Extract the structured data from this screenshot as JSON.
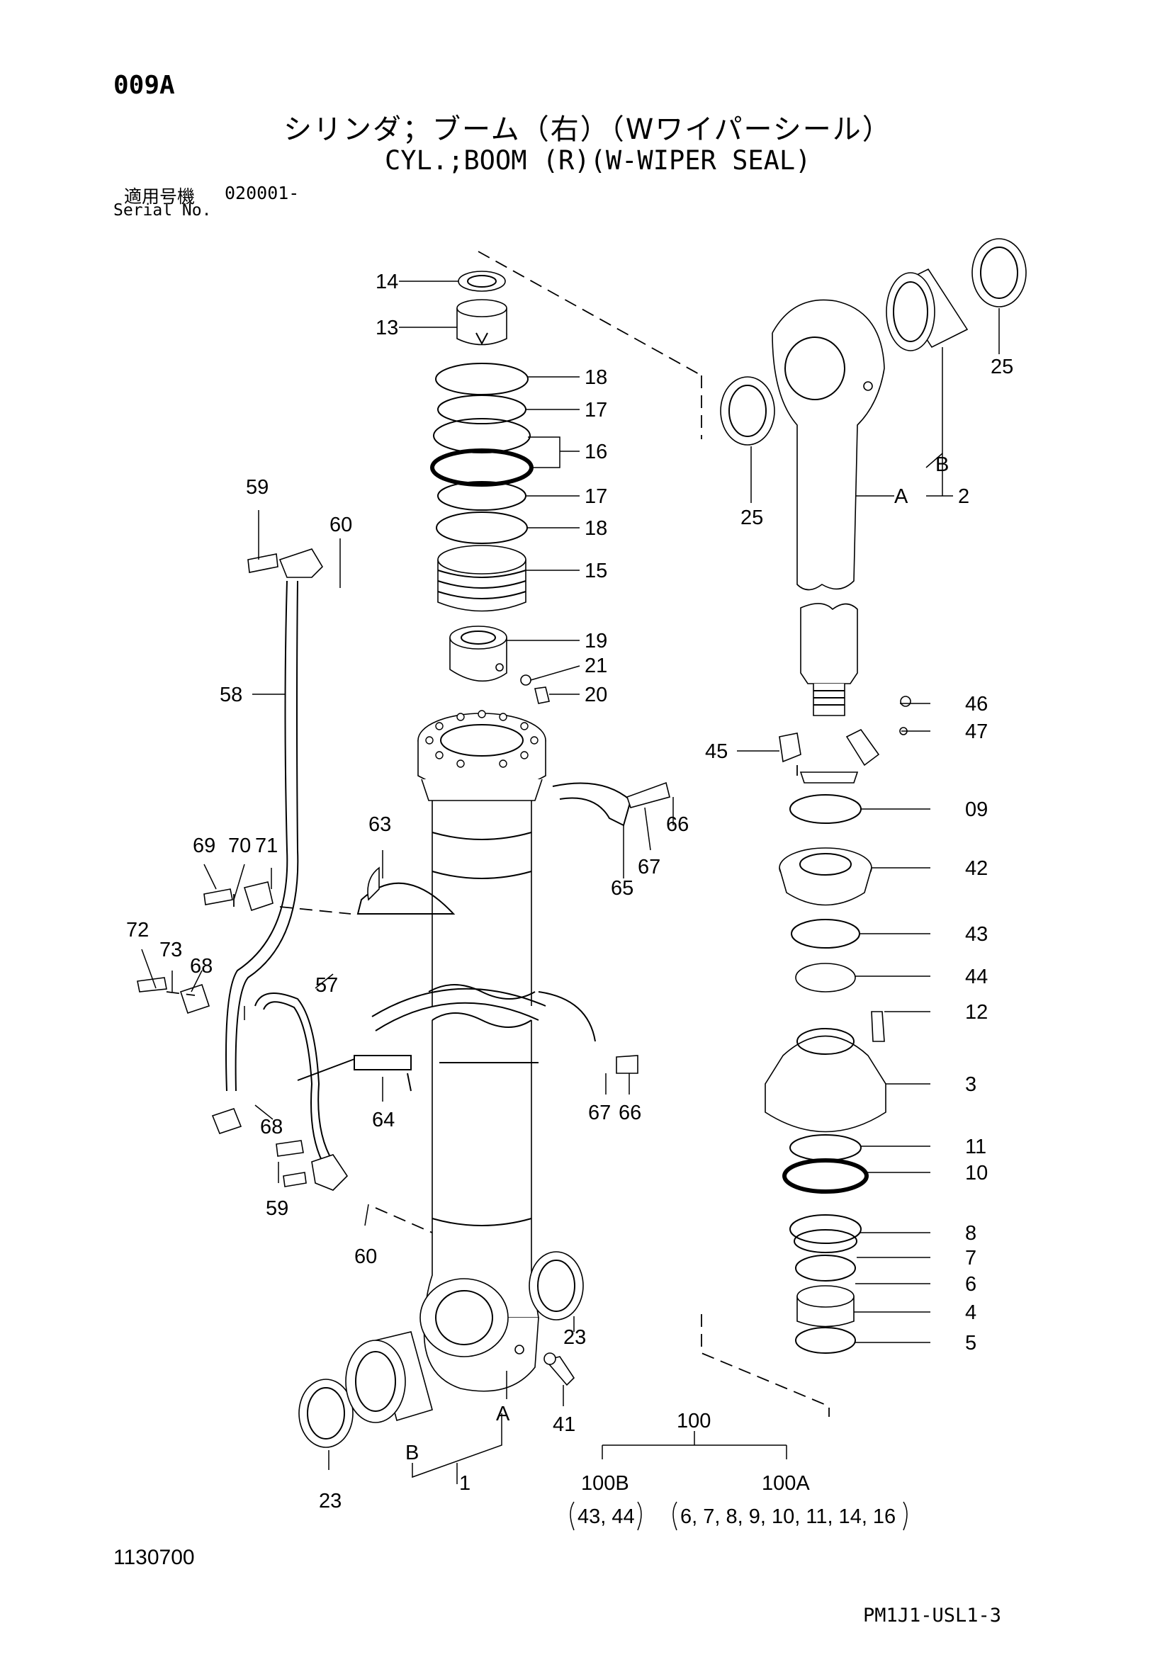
{
  "header": {
    "page_code": "009A",
    "title_jp": "シリンダ；ブーム（右）（Wワイパーシール）",
    "title_en": "CYL.;BOOM (R)(W-WIPER SEAL)",
    "serial_label_jp": "適用号機",
    "serial_value": "020001-",
    "serial_label_en": "Serial No."
  },
  "callouts": {
    "c14": "14",
    "c13": "13",
    "c18a": "18",
    "c17a": "17",
    "c16": "16",
    "c17b": "17",
    "c18b": "18",
    "c15": "15",
    "c19": "19",
    "c21": "21",
    "c20": "20",
    "c59a": "59",
    "c60a": "60",
    "c58": "58",
    "c63": "63",
    "c69": "69",
    "c70": "70",
    "c71": "71",
    "c66a": "66",
    "c67a": "67",
    "c65": "65",
    "c72": "72",
    "c73": "73",
    "c68a": "68",
    "c57": "57",
    "c68b": "68",
    "c64": "64",
    "c67b": "67",
    "c66b": "66",
    "c59b": "59",
    "c60b": "60",
    "c23a": "23",
    "c23b": "23",
    "c41": "41",
    "cA1": "A",
    "cB1": "B",
    "c1": "1",
    "c25a": "25",
    "c25b": "25",
    "cB2": "B",
    "cA2": "A",
    "c2": "2",
    "c46": "46",
    "c47": "47",
    "c45": "45",
    "c09": "09",
    "c42": "42",
    "c43": "43",
    "c44": "44",
    "c12": "12",
    "c3": "3",
    "c11": "11",
    "c10": "10",
    "c8": "8",
    "c7": "7",
    "c6": "6",
    "c4": "4",
    "c5": "5"
  },
  "kits": {
    "total": "100",
    "kit_b_label": "100B",
    "kit_b_parts": "43, 44",
    "kit_a_label": "100A",
    "kit_a_parts": "6, 7, 8, 9, 10, 11, 14, 16"
  },
  "footer": {
    "doc_number": "1130700",
    "page_ref": "PM1J1-USL1-3"
  }
}
